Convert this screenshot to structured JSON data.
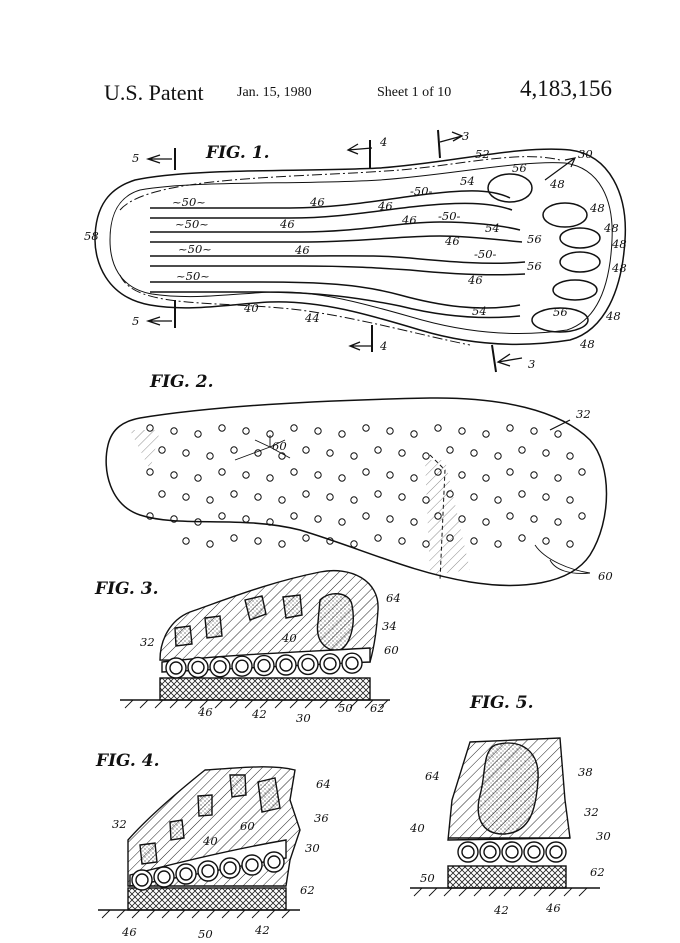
{
  "header": {
    "title": "U.S. Patent",
    "date": "Jan. 15, 1980",
    "sheet": "Sheet 1 of 10",
    "patent_number": "4,183,156"
  },
  "figures": {
    "fig1": "FIG. 1.",
    "fig2": "FIG. 2.",
    "fig3": "FIG. 3.",
    "fig4": "FIG. 4.",
    "fig5": "FIG. 5."
  },
  "refs": {
    "r30": "30",
    "r32": "32",
    "r34": "34",
    "r36": "36",
    "r38": "38",
    "r40": "40",
    "r42": "42",
    "r44": "44",
    "r46": "46",
    "r48": "48",
    "r50": "~50~",
    "r50b": "-50-",
    "r50n": "50",
    "r52": "52",
    "r54": "54",
    "r56": "56",
    "r58": "58",
    "r60": "60",
    "r62": "62",
    "r64": "64",
    "s3": "3",
    "s4": "4",
    "s5": "5"
  }
}
